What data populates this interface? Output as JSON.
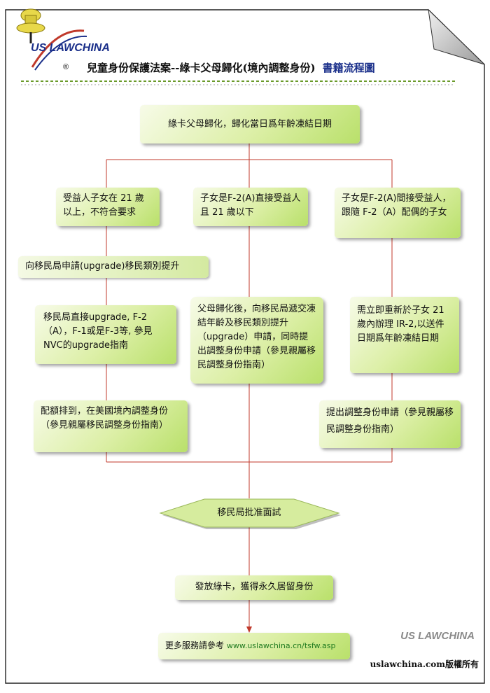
{
  "header": {
    "logo_text": "US LAWCHINA",
    "logo_reg": "®",
    "title": "兒童身份保護法案--綠卡父母歸化(境內調整身份)",
    "subtitle": "書籍流程圖"
  },
  "nodes": {
    "start": "綠卡父母歸化，歸化當日爲年齡凍結日期",
    "left_cond": "受益人子女在 21 歲以上，不符合要求",
    "middle_cond": "子女是F-2(A)直接受益人且 21 歲以下",
    "right_cond": "子女是F-2(A)間接受益人，跟隨 F-2（A）配偶的子女",
    "upgrade_request": "向移民局申請(upgrade)移民類別提升",
    "upgrade_direct": "移民局直接upgrade, F-2（A），F-1或是F-3等, 參見NVC的upgrade指南",
    "middle_action": "父母歸化後，向移民局遞交凍結年齡及移民類別提升（upgrade）申請，同時提出調整身份申請（參見親屬移民調整身份指南）",
    "right_action": "需立即重新於子女 21 歲內辦理 IR-2,以送件日期爲年齡凍結日期",
    "left_wait": "配額排到，在美國境內調整身份（參見親屬移民調整身份指南）",
    "right_adjust": "提出調整身份申請（參見親屬移民調整身份指南）",
    "interview": "移民局批准面試",
    "green_card": "發放綠卡，獲得永久居留身份",
    "more_service_label": "更多服務請參考",
    "more_service_url": "www.uslawchina.cn/tsfw.asp"
  },
  "footer": {
    "logo_text": "US LAWCHINA",
    "copyright": "uslawchina.com版權所有"
  },
  "colors": {
    "connector": "#c0392b",
    "node_fill_light": "#f7fbe8",
    "node_fill_dark": "#b9e06a",
    "title_accent": "#1a2f8a"
  }
}
